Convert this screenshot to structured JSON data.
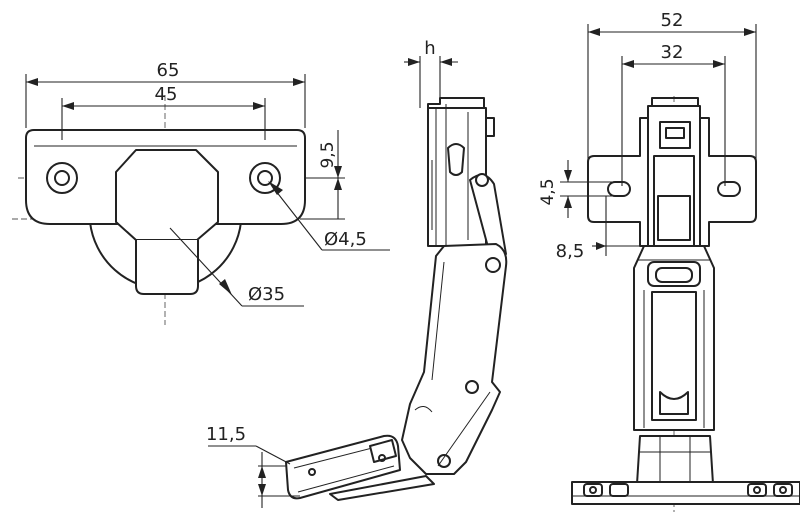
{
  "dimensions": {
    "plate_width": "65",
    "plate_hole_spacing": "45",
    "plate_offset": "9,5",
    "hole_diameter": "Ø4,5",
    "cup_diameter": "Ø35",
    "hinge_gap": "h",
    "base_offset": "11,5",
    "arm_width": "52",
    "arm_slot_spacing": "32",
    "slot_height": "4,5",
    "slot_offset": "8,5"
  }
}
